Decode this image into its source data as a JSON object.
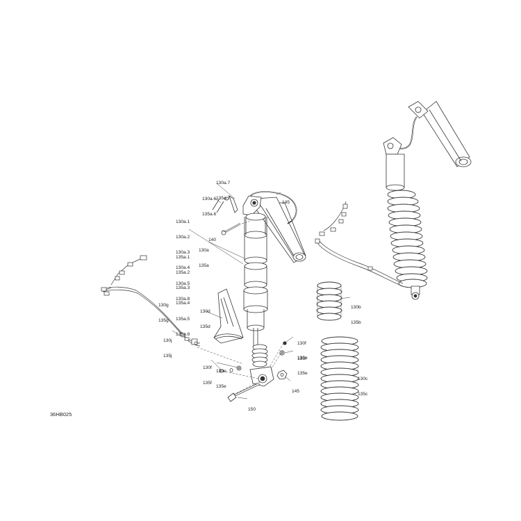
{
  "reference_code": "36HB025",
  "callouts": {
    "c130a7": [
      "130a.7",
      "135a.7"
    ],
    "c145top": [
      "145"
    ],
    "c130a6": [
      "130a.6",
      "135a.6"
    ],
    "c130a1": [
      "130a.1",
      "130a.2",
      "130a.3",
      "130a.4",
      "130a.5",
      "130a.8"
    ],
    "c140": [
      "140"
    ],
    "c130a": [
      "130a",
      "135a"
    ],
    "c135a1": [
      "135a.1",
      "135a.2",
      "135a.3",
      "135a.4",
      "135a.5",
      "135a.8"
    ],
    "c130g": [
      "130g",
      "135g"
    ],
    "c130d": [
      "130d",
      "135d"
    ],
    "c130j": [
      "130j",
      "135j"
    ],
    "c130f_r": [
      "130f",
      "135f"
    ],
    "c130e_r": [
      "130e",
      "135e"
    ],
    "c130f_l": [
      "130f",
      "135f"
    ],
    "c130e_l": [
      "130e",
      "135e"
    ],
    "c145bot": [
      "145"
    ],
    "c150": [
      "150"
    ],
    "c130b": [
      "130b",
      "135b"
    ],
    "c130c": [
      "130c",
      "135c"
    ]
  }
}
